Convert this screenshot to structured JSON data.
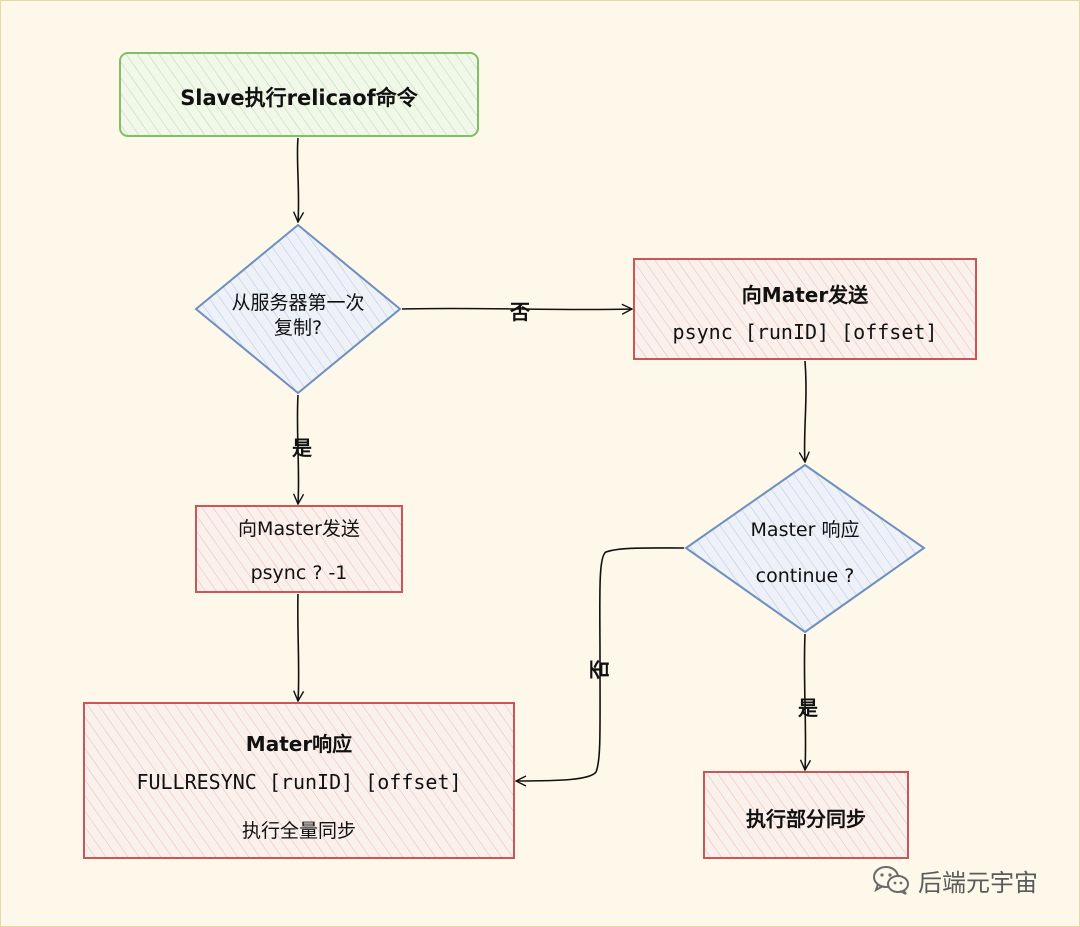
{
  "nodes": {
    "start": {
      "text": "Slave执行relicaof命令"
    },
    "first_copy": {
      "line1": "从服务器第一次",
      "line2": "复制?"
    },
    "send_psync_runid": {
      "title": "向Mater发送",
      "cmd": "psync [runID] [offset]"
    },
    "send_psync_full": {
      "title": "向Master发送",
      "cmd": "psync ? -1"
    },
    "master_continue": {
      "line1": "Master 响应",
      "line2": "continue ?"
    },
    "master_fullresync": {
      "title": "Mater响应",
      "cmd": "FULLRESYNC [runID] [offset]",
      "desc": "执行全量同步"
    },
    "partial_sync": {
      "text": "执行部分同步"
    }
  },
  "edge_labels": {
    "first_no": "否",
    "first_yes": "是",
    "continue_no": "否",
    "continue_yes": "是"
  },
  "watermark": {
    "text": "后端元宇宙",
    "icon": "wechat-icon"
  },
  "colors": {
    "background": "#fdf8ea",
    "green_stroke": "#7fbf6a",
    "blue_stroke": "#6f8fbf",
    "red_stroke": "#c9575a",
    "arrow": "#111111"
  }
}
